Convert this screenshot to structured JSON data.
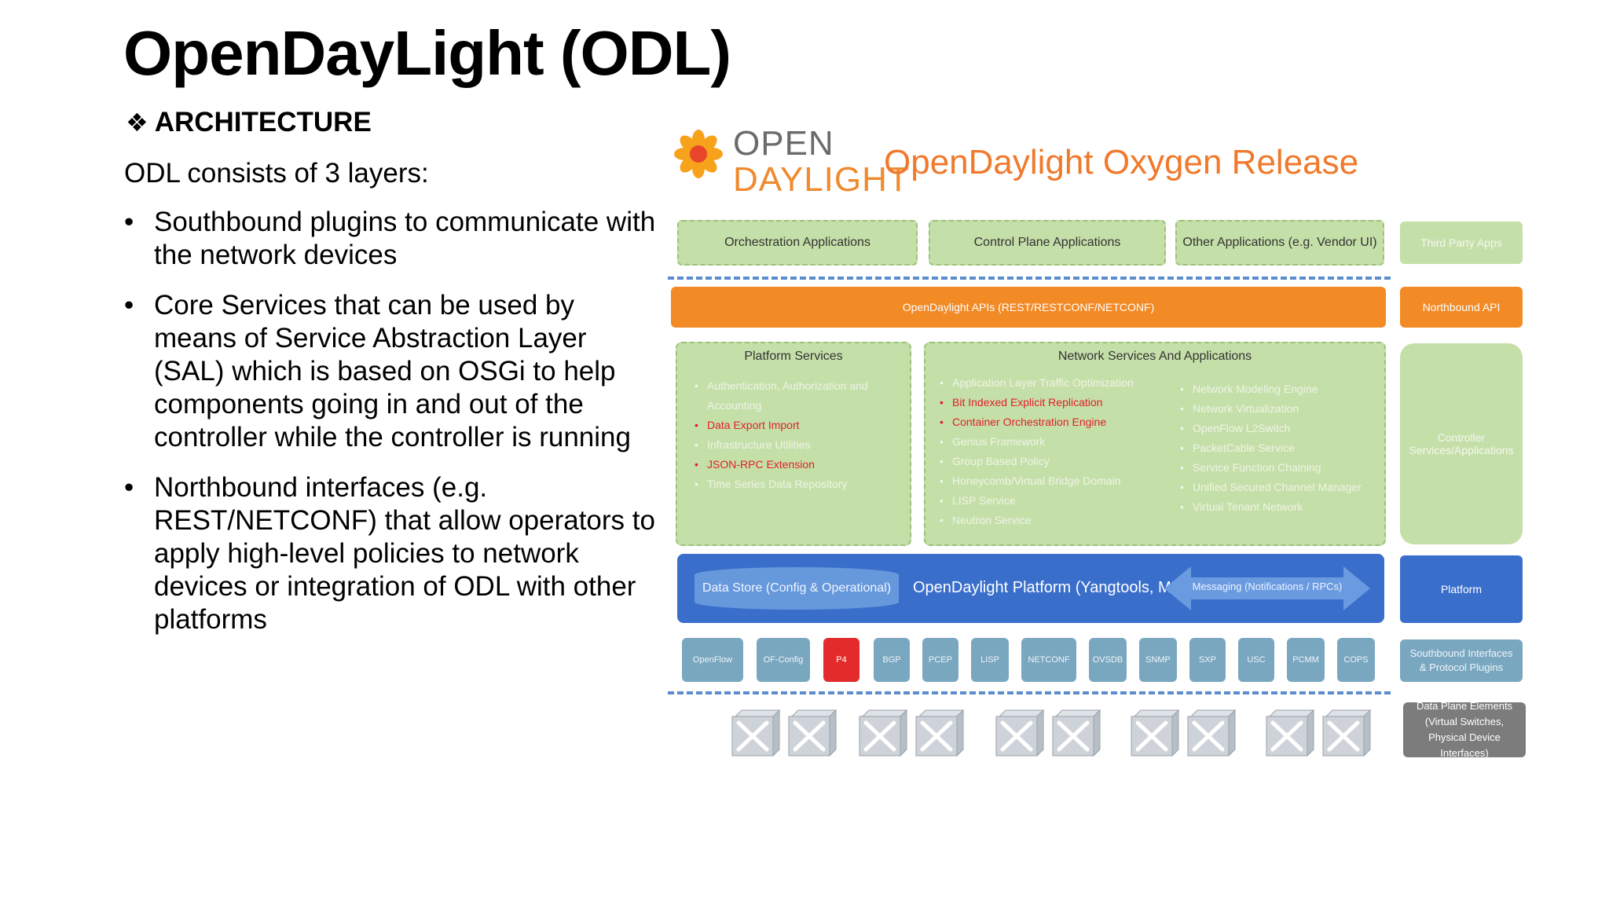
{
  "slide": {
    "title": "OpenDayLight (ODL)",
    "section": {
      "icon": "four-diamond-icon",
      "icon_glyph": "❖",
      "heading": "ARCHITECTURE"
    },
    "intro": "ODL consists of 3 layers:",
    "bullet_glyph": "•",
    "bullets": [
      "Southbound plugins to communicate with the network devices",
      "Core Services that can be used by means of Service Abstraction Layer (SAL) which is based on OSGi to help components going in and out of the controller while the controller is running",
      "Northbound interfaces (e.g. REST/NETCONF) that allow operators to apply high-level policies to network devices or integration of ODL with other platforms"
    ]
  },
  "diagram": {
    "logo": {
      "line1": "OPEN",
      "line2": "DAYLIGHT"
    },
    "release_title": "OpenDaylight Oxygen Release",
    "colors": {
      "green": "#c5dfa9",
      "orange": "#f28a25",
      "blue": "#3a6ecb",
      "plugin_blue": "#7aa7c0",
      "highlight_red": "#e32b2b",
      "gray": "#7c7c7c"
    },
    "applications": [
      "Orchestration Applications",
      "Control Plane Applications",
      "Other Applications (e.g. Vendor UI)"
    ],
    "third_party_apps": "Third Party Apps",
    "northbound_api_bar": "OpenDaylight APIs (REST/RESTCONF/NETCONF)",
    "northbound_api_side": "Northbound API",
    "platform_services": {
      "title": "Platform Services",
      "items": [
        {
          "text": "Authentication, Authorization and Accounting",
          "highlight": false
        },
        {
          "text": "Data Export Import",
          "highlight": true
        },
        {
          "text": "Infrastructure Utilities",
          "highlight": false
        },
        {
          "text": "JSON-RPC Extension",
          "highlight": true
        },
        {
          "text": "Time Series Data Repository",
          "highlight": false
        }
      ]
    },
    "network_services": {
      "title": "Network Services And Applications",
      "col1": [
        {
          "text": "Application Layer Traffic Optimization",
          "highlight": false
        },
        {
          "text": "Bit Indexed Explicit Replication",
          "highlight": true
        },
        {
          "text": "Container Orchestration Engine",
          "highlight": true
        },
        {
          "text": "Genius Framework",
          "highlight": false
        },
        {
          "text": "Group Based Policy",
          "highlight": false
        },
        {
          "text": "Honeycomb/Virtual Bridge Domain",
          "highlight": false
        },
        {
          "text": "LISP Service",
          "highlight": false
        },
        {
          "text": "Neutron Service",
          "highlight": false
        }
      ],
      "col2": [
        {
          "text": "Network Modeling Engine",
          "highlight": false
        },
        {
          "text": "Network Virtualization",
          "highlight": false
        },
        {
          "text": "OpenFlow L2Switch",
          "highlight": false
        },
        {
          "text": "PacketCable Service",
          "highlight": false
        },
        {
          "text": "Service Function Chaining",
          "highlight": false
        },
        {
          "text": "Unified Secured Channel Manager",
          "highlight": false
        },
        {
          "text": "Virtual Tenant Network",
          "highlight": false
        }
      ]
    },
    "controller_side": "Controller Services/Applications",
    "platform": {
      "datastore": "Data Store (Config & Operational)",
      "label": "OpenDaylight Platform (Yangtools, MD-SAL)",
      "messaging": "Messaging (Notifications / RPCs)"
    },
    "platform_side": "Platform",
    "plugins": [
      {
        "label": "OpenFlow",
        "highlight": false
      },
      {
        "label": "OF-Config",
        "highlight": false
      },
      {
        "label": "P4",
        "highlight": true
      },
      {
        "label": "BGP",
        "highlight": false
      },
      {
        "label": "PCEP",
        "highlight": false
      },
      {
        "label": "LISP",
        "highlight": false
      },
      {
        "label": "NETCONF",
        "highlight": false
      },
      {
        "label": "OVSDB",
        "highlight": false
      },
      {
        "label": "SNMP",
        "highlight": false
      },
      {
        "label": "SXP",
        "highlight": false
      },
      {
        "label": "USC",
        "highlight": false
      },
      {
        "label": "PCMM",
        "highlight": false
      },
      {
        "label": "COPS",
        "highlight": false
      }
    ],
    "plugins_side": "Southbound Interfaces & Protocol Plugins",
    "dataplane_side": "Data Plane Elements (Virtual Switches, Physical Device Interfaces)"
  }
}
